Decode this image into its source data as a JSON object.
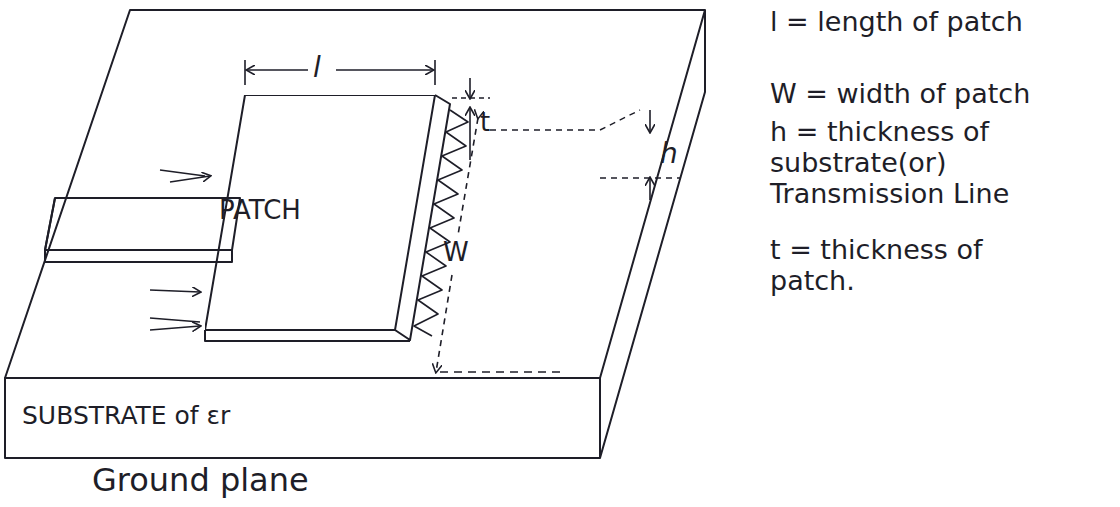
{
  "diagram": {
    "nodes": [
      {
        "text": [
          "PATCH"
        ]
      }
    ],
    "labels": [
      "l",
      "t",
      "W",
      "h",
      "l = length of patch",
      "W = width of patch",
      "h = thickness of substrate(or) Transmission Line",
      "t = thickness of patch.",
      "SUBSTRATE of εr",
      "Ground plane"
    ]
  }
}
